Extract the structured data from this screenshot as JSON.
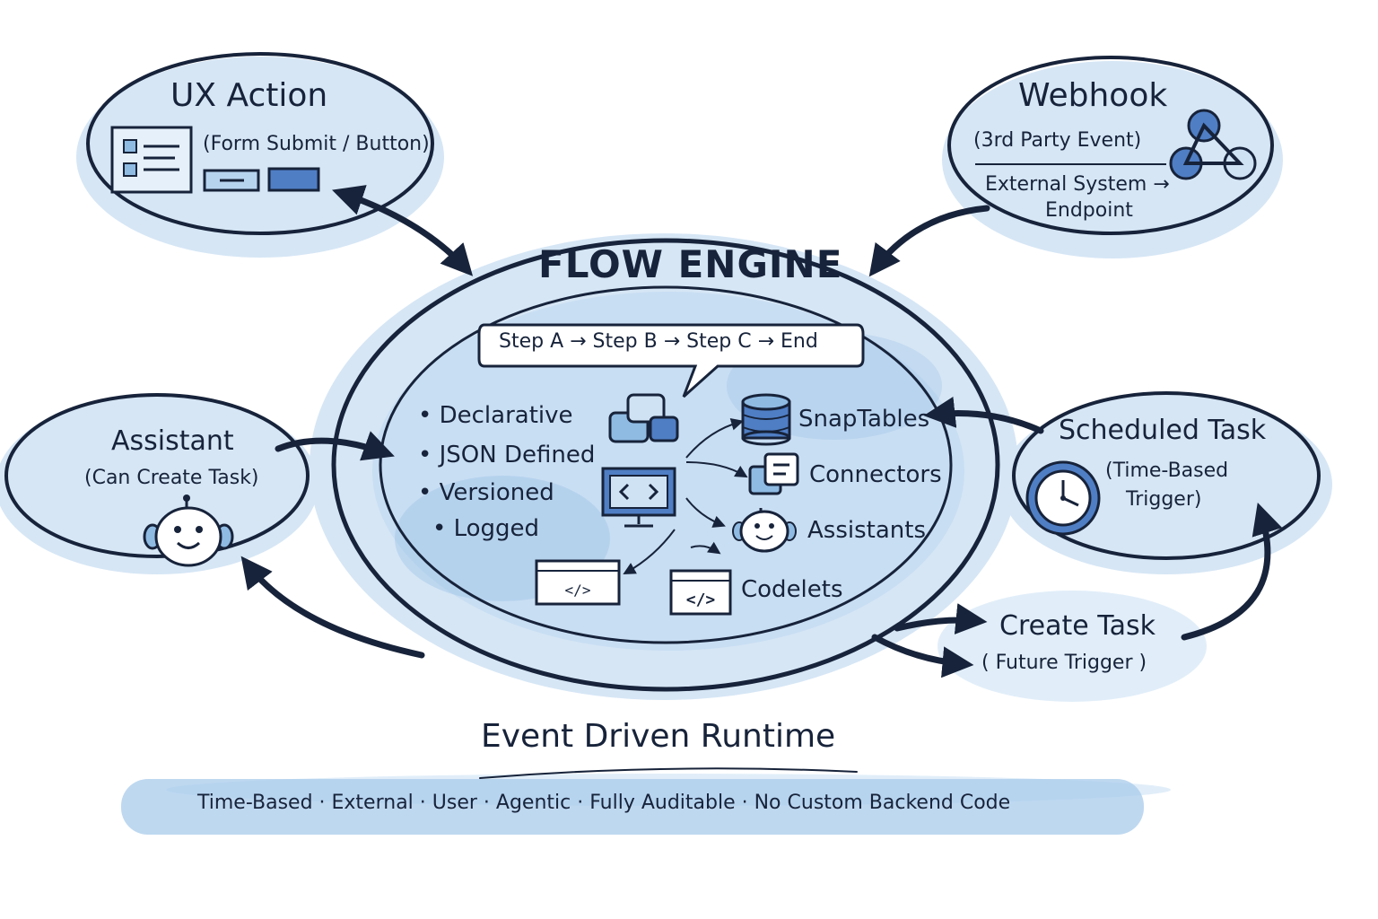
{
  "nodes": {
    "ux_action": {
      "title": "UX Action",
      "subtitle": "(Form Submit / Button)"
    },
    "webhook": {
      "title": "Webhook",
      "subtitle": "(3rd Party Event)",
      "detail_line1": "External System →",
      "detail_line2": "Endpoint"
    },
    "assistant": {
      "title": "Assistant",
      "subtitle": "(Can Create Task)"
    },
    "scheduled_task": {
      "title": "Scheduled Task",
      "subtitle_line1": "(Time-Based",
      "subtitle_line2": "Trigger)"
    },
    "create_task": {
      "title": "Create Task",
      "subtitle": "( Future Trigger )"
    }
  },
  "engine": {
    "title": "FLOW ENGINE",
    "steps": "Step A → Step B → Step C → End",
    "features": [
      "• Declarative",
      "• JSON Defined",
      "• Versioned",
      "• Logged"
    ],
    "components": [
      "SnapTables",
      "Connectors",
      "Assistants",
      "Codelets"
    ]
  },
  "runtime": {
    "title": "Event Driven Runtime",
    "features": "Time-Based · External · User · Agentic · Fully Auditable · No Custom Backend Code"
  },
  "colors": {
    "ink": "#17233a",
    "wash": "#8fbbe3",
    "wash_light": "#cfe2f4",
    "accent": "#3f6fb5"
  },
  "icons": [
    "checklist-form-icon",
    "button-icon",
    "webhook-icon",
    "robot-icon",
    "clock-icon",
    "chat-bubbles-icon",
    "monitor-code-icon",
    "database-icon",
    "connector-icon",
    "code-window-icon"
  ]
}
